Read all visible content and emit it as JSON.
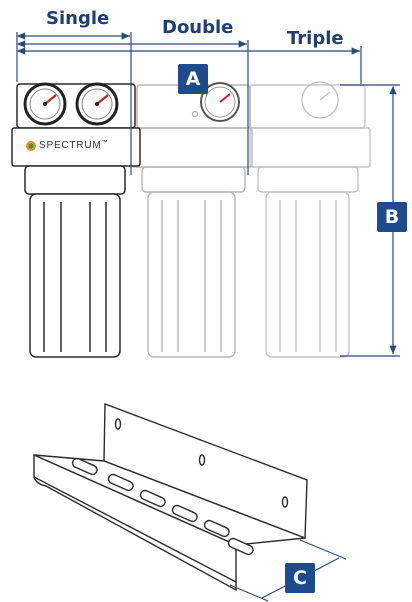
{
  "dimension_labels": {
    "single": "Single",
    "double": "Double",
    "triple": "Triple"
  },
  "badges": {
    "a": "A",
    "b": "B",
    "c": "C"
  },
  "brand": "SPECTRUM",
  "brand_mark": "™",
  "colors": {
    "label_text": "#1f3f72",
    "badge_fill": "#1f4b8c",
    "dimension_line": "#2a4a7a",
    "housing_outline": "#2b2b2b",
    "faded_outline": "#b9b9b9"
  },
  "icons": [
    "spectrum-logo-icon",
    "pressure-gauge-icon",
    "mounting-bracket-icon"
  ]
}
